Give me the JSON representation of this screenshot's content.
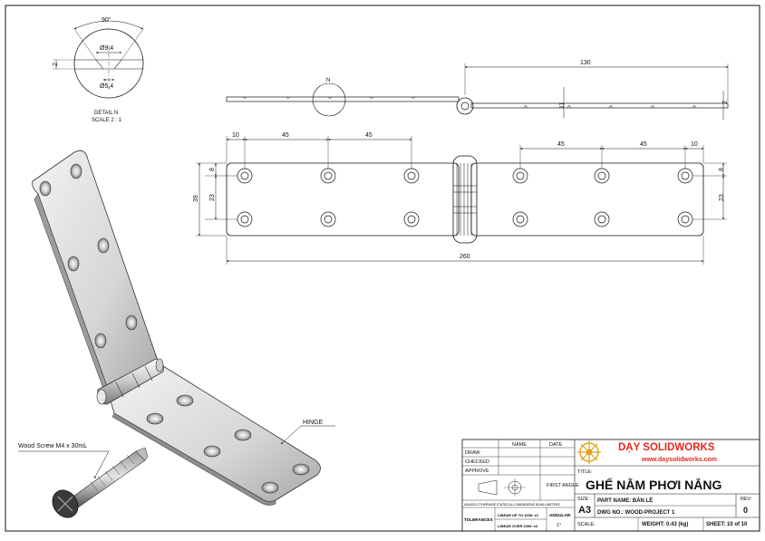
{
  "detail": {
    "angle": "90°",
    "dia_top": "Ø9,4",
    "dia_bottom": "Ø5,4",
    "depth": "2",
    "title": "DETAIL N",
    "scale": "SCALE 2 : 1"
  },
  "side_view": {
    "detail_marker": "N",
    "length": "130",
    "height": "11",
    "thickness": "2"
  },
  "top_view": {
    "left_edge": "10",
    "pitch_left_1": "45",
    "pitch_left_2": "45",
    "pitch_right_1": "45",
    "pitch_right_2": "45",
    "right_edge": "10",
    "width": "39",
    "hole_spacing_left": "23",
    "edge_offset_left": "8",
    "hole_spacing_right": "23",
    "edge_offset_right": "8",
    "total_length": "260"
  },
  "callouts": {
    "hinge": "HINGE",
    "screw": "Wood Screw M4 x 30mL"
  },
  "title_block": {
    "col_name": "NAME",
    "col_date": "DATE",
    "row_draw": "DRAW",
    "row_checked": "CHECKED",
    "row_approve": "APPROVE",
    "projection": "FIRST ANGLE",
    "note": "UNLESS OTHERWISE STATED ALL DIMENSIONS IN MILLIMETERS",
    "tolerances": "TOLERANCES",
    "linear_up": "LINEAR UP TO 1000: ±1",
    "linear_over": "LINEAR OVER 1000: ±2",
    "angular_label": "ANGULAR:",
    "angular_value": "1°",
    "company": "DẠY SOLIDWORKS",
    "website": "www.daysolidworks.com",
    "title_label": "TITLE:",
    "title": "GHẾ NẰM PHƠI NẮNG",
    "size_label": "SIZE:",
    "size": "A3",
    "part_name": "PART NAME: BẢN LỀ",
    "dwg_no": "DWG NO.: WOOD-PROJECT 1",
    "rev_label": "REV:",
    "rev": "0",
    "scale_label": "SCALE:",
    "weight": "WEIGHT: 0.43 (kg)",
    "sheet": "SHEET: 10 of 10"
  },
  "colors": {
    "line": "#111111",
    "company_red": "#e8281e",
    "logo_gold": "#e2a31a",
    "metal_light": "#e6e6e6",
    "metal_mid": "#bdbdbd",
    "metal_dark": "#777777"
  }
}
